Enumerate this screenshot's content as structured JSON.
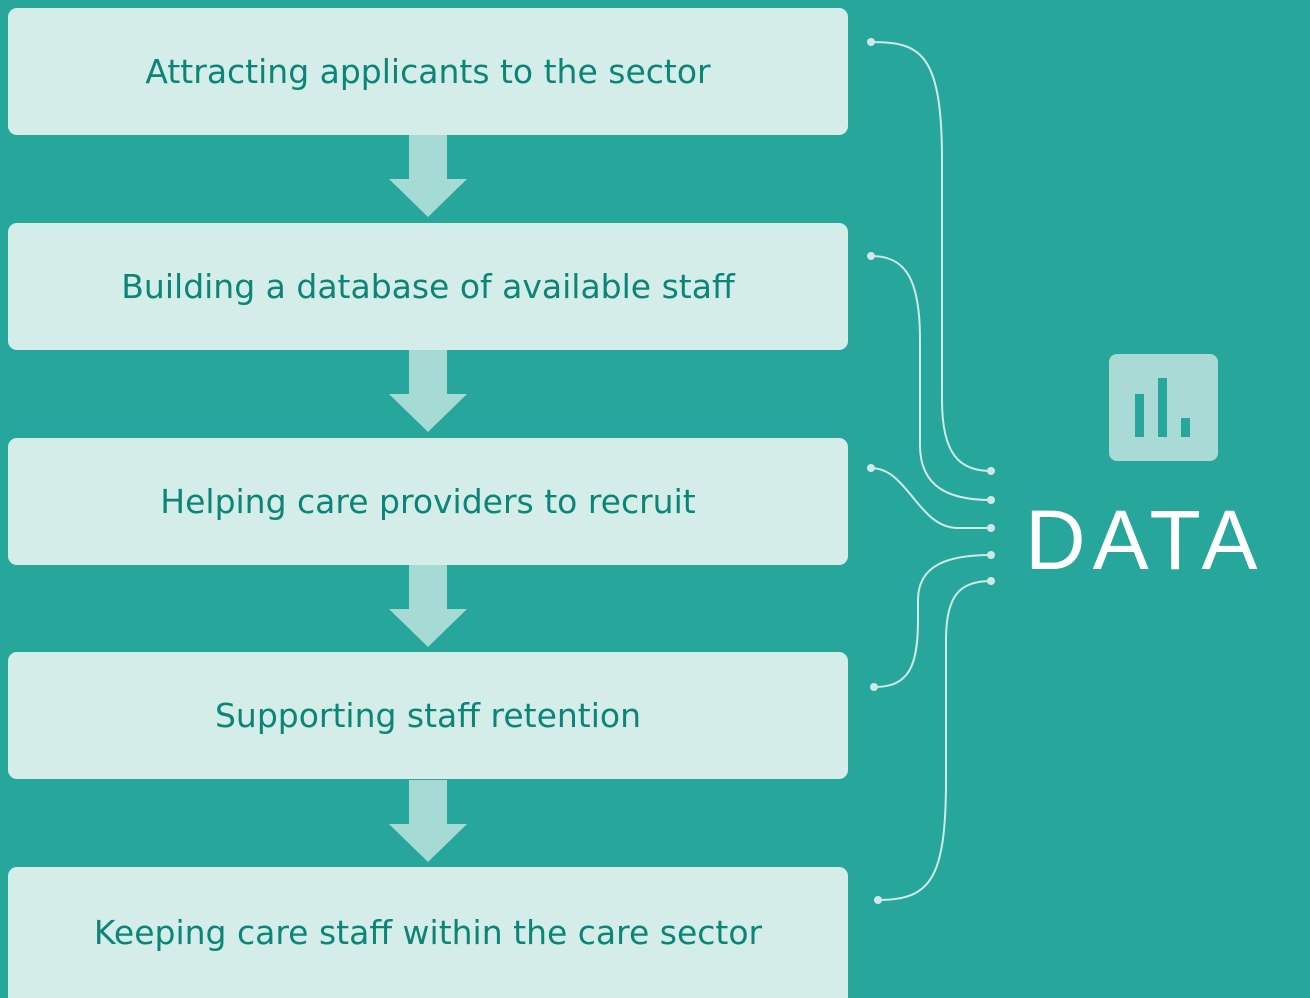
{
  "steps": [
    "Attracting applicants to the sector",
    "Building a database of available staff",
    "Helping care providers to recruit",
    "Supporting staff retention",
    "Keeping care staff within the care sector"
  ],
  "target": {
    "label": "DATA",
    "icon": "bar-chart-icon"
  },
  "colors": {
    "background": "#27a79c",
    "box": "#d4ede9",
    "text": "#0b8577",
    "arrow": "#a6dad5",
    "connector": "#cfeae6",
    "icon_tile": "#a9dad6",
    "label": "#ffffff"
  }
}
